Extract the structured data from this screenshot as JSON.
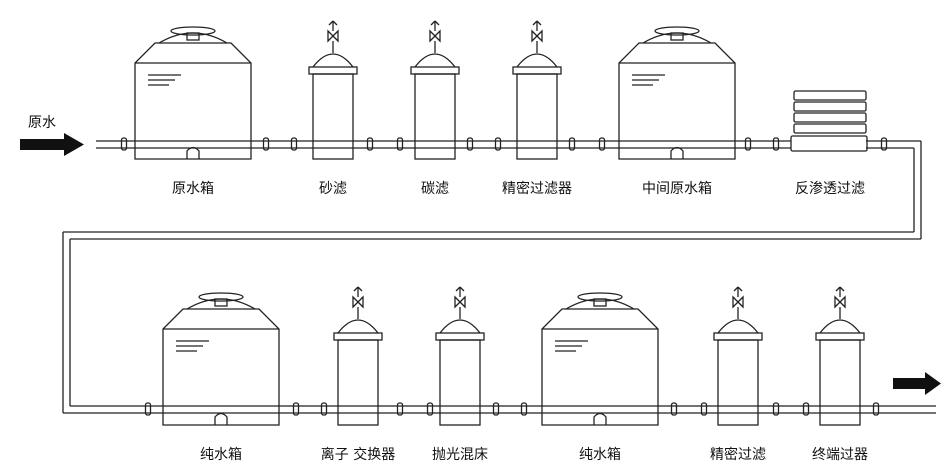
{
  "inlet_label": "原水",
  "row1": {
    "raw_tank": "原水箱",
    "sand_filter": "砂滤",
    "carbon_filter": "碳滤",
    "precision_filter": "精密过滤器",
    "intermediate_tank": "中间原水箱",
    "ro_filter": "反渗透过滤"
  },
  "row2": {
    "pure_tank_1": "纯水箱",
    "ion_exchanger": "离子 交换器",
    "polishing_bed": "抛光混床",
    "pure_tank_2": "纯水箱",
    "precision_filter": "精密过滤",
    "terminal_filter": "终端过器"
  },
  "colors": {
    "line": "#222222",
    "arrow": "#111111",
    "background": "#ffffff"
  }
}
